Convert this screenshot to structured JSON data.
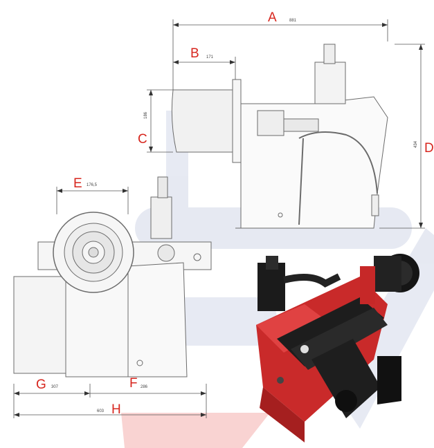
{
  "dimension_letters": {
    "A": "A",
    "B": "B",
    "C": "C",
    "D": "D",
    "E": "E",
    "F": "F",
    "G": "G",
    "H": "H"
  },
  "dimension_values": {
    "A": "881",
    "B": "171",
    "C": "186",
    "D": "434",
    "E": "176,5",
    "F": "286",
    "G": "307",
    "H": "603"
  },
  "colors": {
    "accent": "#d7261e",
    "watermark_blue": "#3a4f9a",
    "watermark_red": "#e8504a",
    "burner_red": "#d22d2d",
    "drawing_line": "#6b6b6b"
  }
}
